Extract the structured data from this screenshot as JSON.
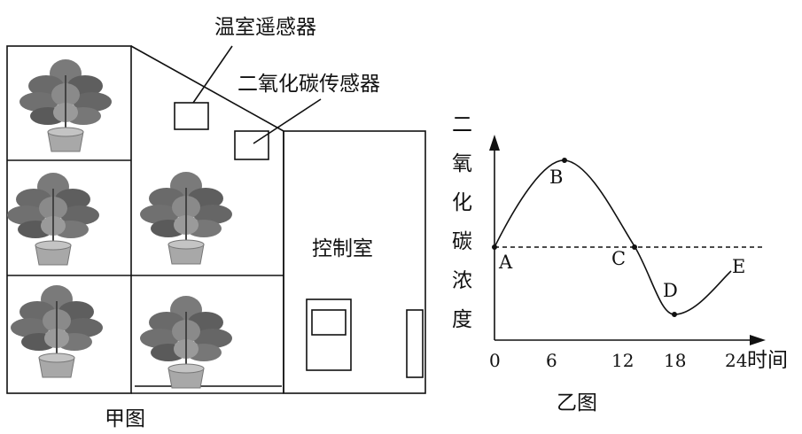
{
  "figure_a": {
    "caption": "甲图",
    "sensor_temp_label": "温室遥感器",
    "sensor_co2_label": "二氧化碳传感器",
    "control_room_label": "控制室"
  },
  "figure_b": {
    "caption": "乙图",
    "y_axis_label_chars": [
      "二",
      "氧",
      "化",
      "碳",
      "浓",
      "度"
    ],
    "x_axis_label": "时间",
    "x_ticks": [
      "0",
      "6",
      "12",
      "18",
      "24"
    ],
    "points": [
      {
        "label": "A",
        "x": 0
      },
      {
        "label": "B",
        "x": 7
      },
      {
        "label": "C",
        "x": 14
      },
      {
        "label": "D",
        "x": 18
      },
      {
        "label": "E",
        "x": 24
      }
    ]
  },
  "colors": {
    "line": "#111111",
    "plant_leaf": "#6a6a6a",
    "pot": "#9a9a9a"
  }
}
